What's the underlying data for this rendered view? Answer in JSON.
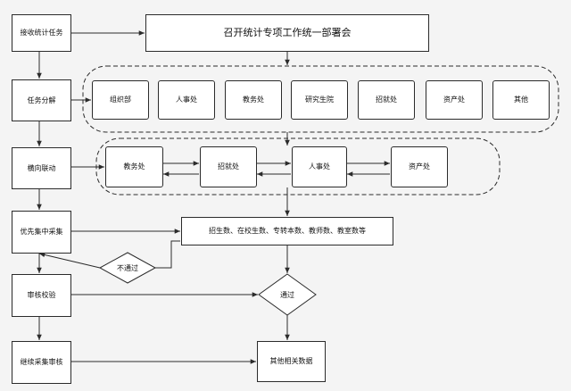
{
  "steps": {
    "receive": "接收统计任务",
    "decompose": "任务分解",
    "linkage": "横向联动",
    "priority": "优先集中采集",
    "review": "审核校验",
    "continue": "继续采集审核"
  },
  "meeting": "召开统计专项工作统一部署会",
  "departments": [
    "组织部",
    "人事处",
    "教务处",
    "研究生院",
    "招就处",
    "资产处",
    "其他"
  ],
  "linkage_units": [
    "教务处",
    "招就处",
    "人事处",
    "资产处"
  ],
  "collection": "招生数、在校生数、专转本数、教师数、教室数等",
  "decisions": {
    "fail": "不通过",
    "pass": "通过"
  },
  "other_data": "其他相关数据",
  "colors": {
    "stroke": "#2b2b2b",
    "box": "#ffffff",
    "background": "#f4f4f4"
  }
}
